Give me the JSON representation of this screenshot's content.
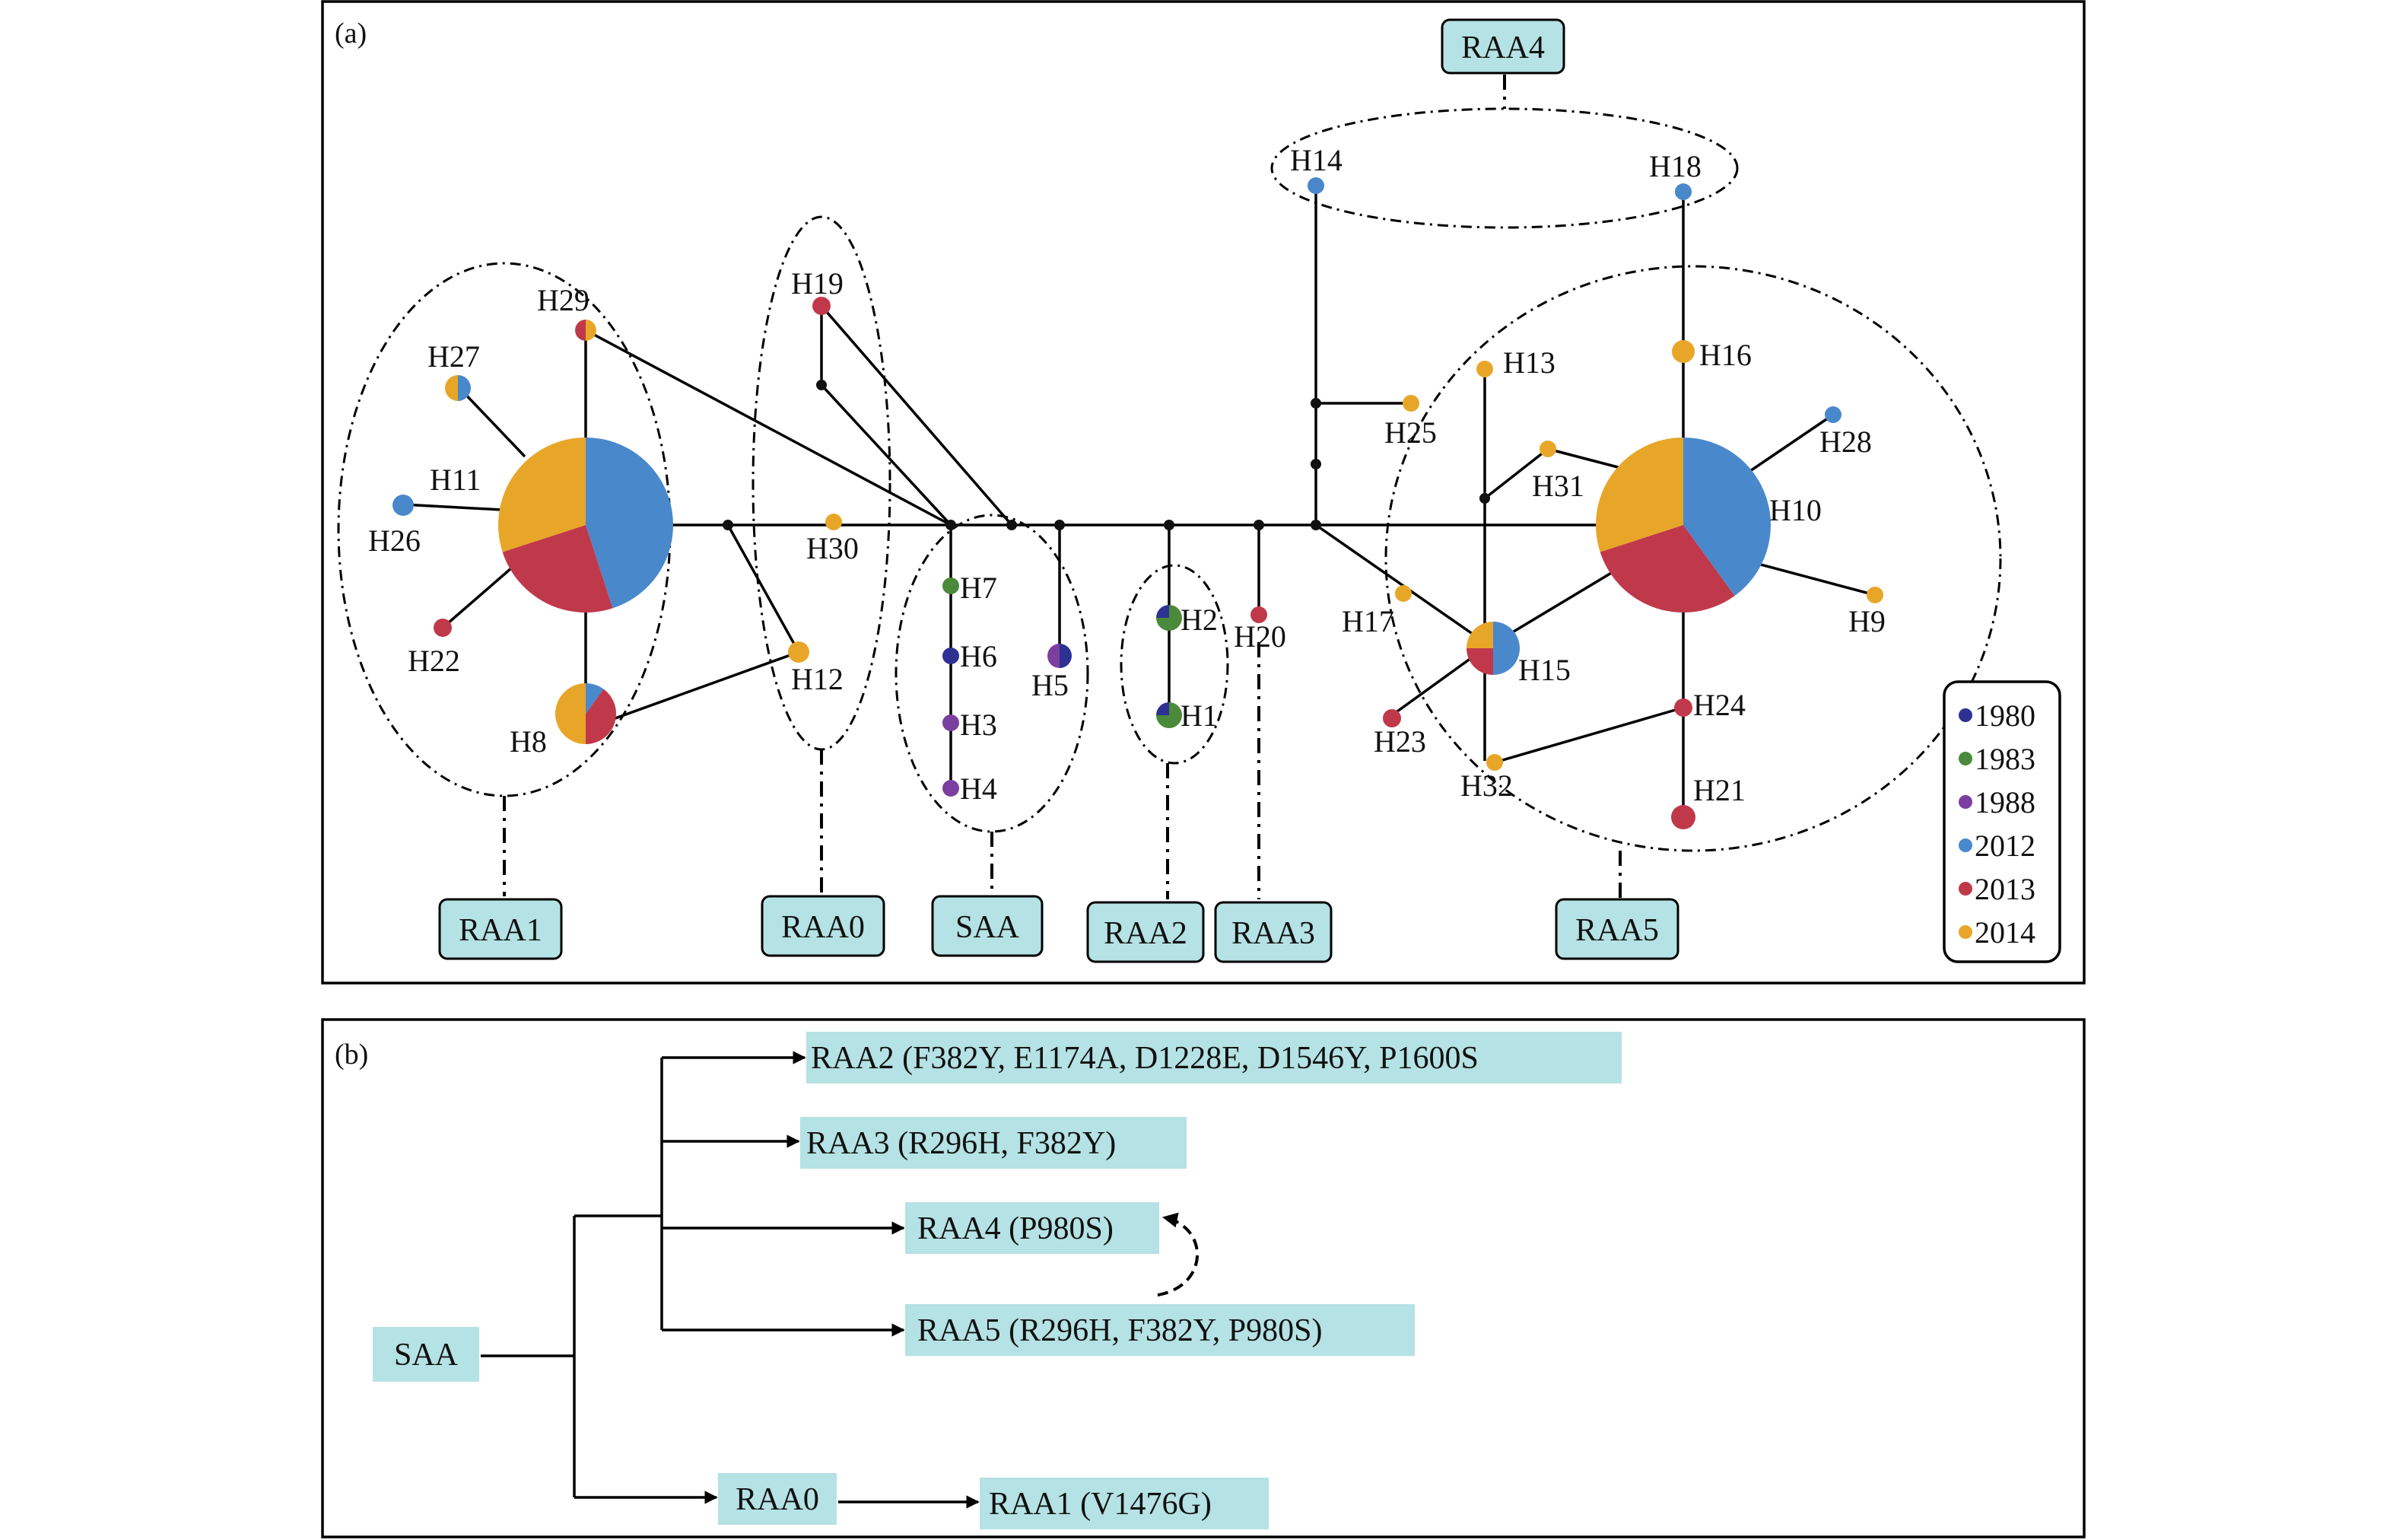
{
  "panel_a": {
    "tag": "(a)",
    "groups": [
      {
        "label": "RAA1"
      },
      {
        "label": "RAA0"
      },
      {
        "label": "SAA"
      },
      {
        "label": "RAA2"
      },
      {
        "label": "RAA3"
      },
      {
        "label": "RAA5"
      },
      {
        "label": "RAA4"
      }
    ],
    "haplotypes": {
      "H1": "H1",
      "H2": "H2",
      "H3": "H3",
      "H4": "H4",
      "H5": "H5",
      "H6": "H6",
      "H7": "H7",
      "H8": "H8",
      "H9": "H9",
      "H10": "H10",
      "H11": "H11",
      "H12": "H12",
      "H13": "H13",
      "H14": "H14",
      "H15": "H15",
      "H16": "H16",
      "H17": "H17",
      "H18": "H18",
      "H19": "H19",
      "H20": "H20",
      "H21": "H21",
      "H22": "H22",
      "H23": "H23",
      "H24": "H24",
      "H25": "H25",
      "H26": "H26",
      "H27": "H27",
      "H28": "H28",
      "H29": "H29",
      "H30": "H30",
      "H31": "H31",
      "H32": "H32"
    },
    "legend": [
      {
        "label": "1980",
        "color": "#2e3192"
      },
      {
        "label": "1983",
        "color": "#4a8a3a"
      },
      {
        "label": "1988",
        "color": "#7b3fa0"
      },
      {
        "label": "2012",
        "color": "#4a88cc"
      },
      {
        "label": "2013",
        "color": "#c0394b"
      },
      {
        "label": "2014",
        "color": "#e8a628"
      }
    ]
  },
  "panel_b": {
    "tag": "(b)",
    "root": "SAA",
    "raa2": "RAA2 (F382Y, E1174A, D1228E, D1546Y, P1600S",
    "raa3": "RAA3 (R296H, F382Y)",
    "raa4": "RAA4 (P980S)",
    "raa5": "RAA5 (R296H, F382Y, P980S)",
    "raa0": "RAA0",
    "raa1": "RAA1 (V1476G)",
    "box_color": "#b5e2e4"
  }
}
